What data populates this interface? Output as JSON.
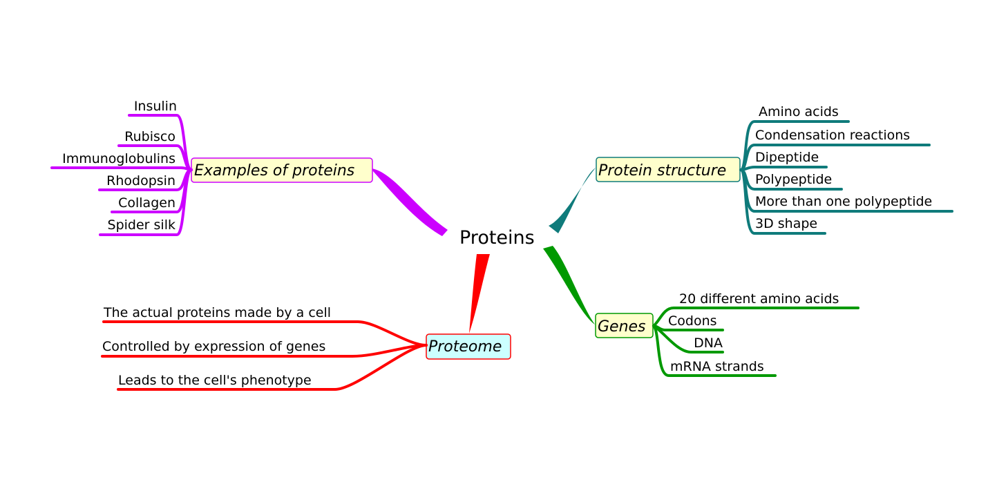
{
  "center": {
    "label": "Proteins"
  },
  "colors": {
    "examples": "#cc00ff",
    "structure": "#0f7b7b",
    "genes": "#009900",
    "proteome": "#ff0000",
    "node_fill_yellow": "#ffffcc",
    "node_fill_cyan": "#ccffff"
  },
  "branches": {
    "examples": {
      "label": "Examples of proteins",
      "children": [
        "Insulin",
        "Rubisco",
        "Immunoglobulins",
        "Rhodopsin",
        "Collagen",
        "Spider silk"
      ]
    },
    "structure": {
      "label": "Protein structure",
      "children": [
        "Amino acids",
        "Condensation reactions",
        "Dipeptide",
        "Polypeptide",
        "More than one polypeptide",
        "3D shape"
      ]
    },
    "genes": {
      "label": "Genes",
      "children": [
        "20 different amino acids",
        "Codons",
        "DNA",
        "mRNA strands"
      ]
    },
    "proteome": {
      "label": "Proteome",
      "children": [
        "The actual proteins made by a cell",
        "Controlled by expression of genes",
        "Leads to the cell's phenotype"
      ]
    }
  }
}
